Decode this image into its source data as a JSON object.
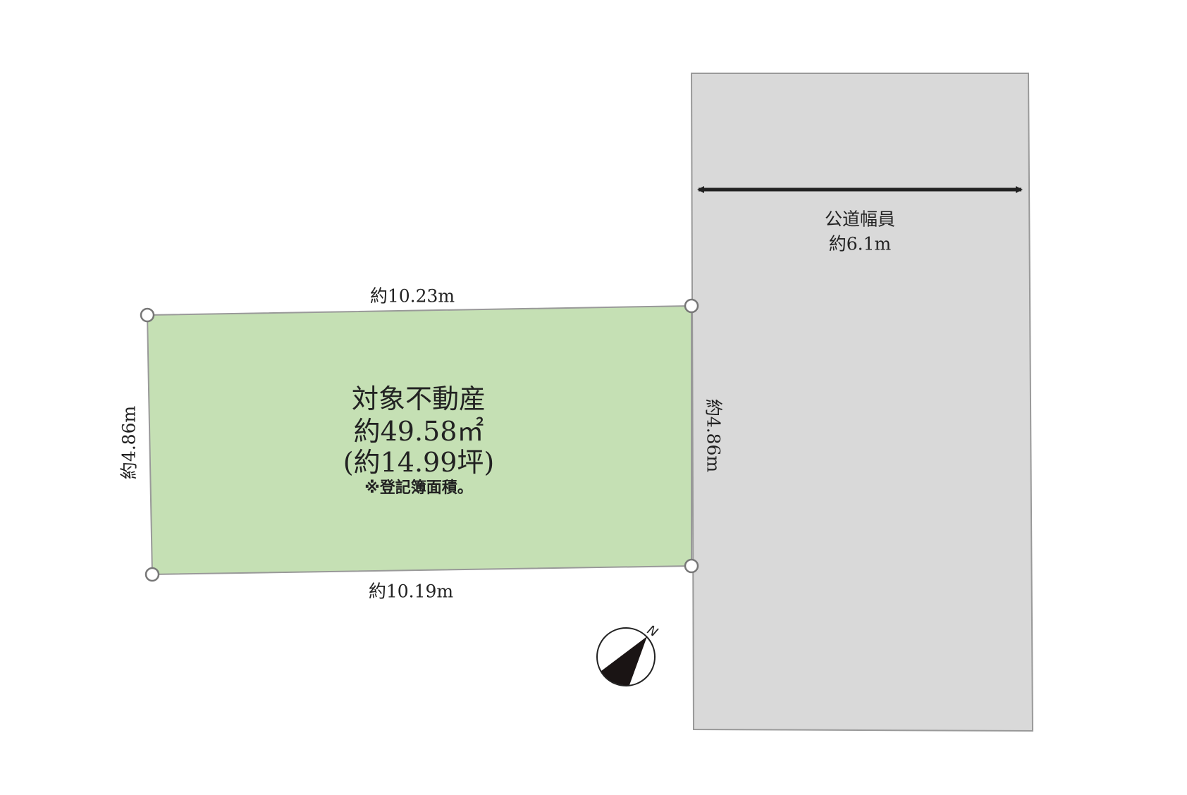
{
  "road": {
    "label": "公道幅員",
    "width": "約6.1m",
    "fill": "#d9d9d9"
  },
  "plot": {
    "title": "対象不動産",
    "area_sqm": "約49.58㎡",
    "area_tsubo": "(約14.99坪)",
    "note": "※登記簿面積。",
    "fill": "#c5e0b4",
    "edges": {
      "top": "約10.23m",
      "bottom": "約10.19m",
      "left": "約4.86m",
      "right": "約4.86m"
    }
  },
  "compass": {
    "label": "N"
  }
}
